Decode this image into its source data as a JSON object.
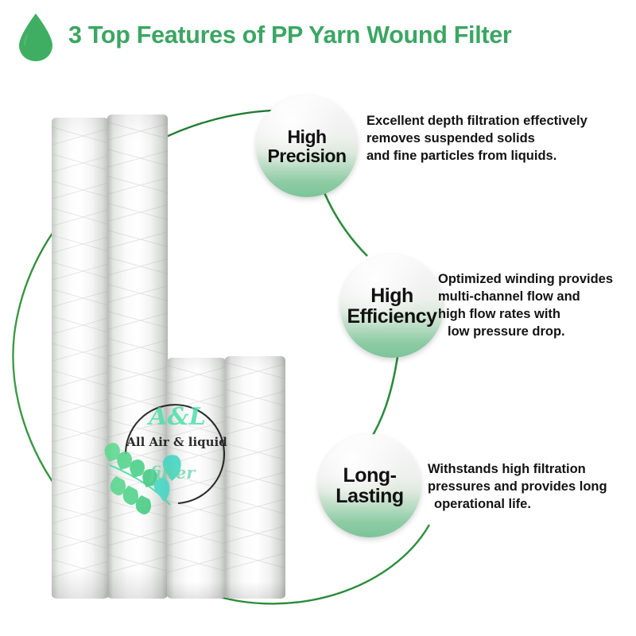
{
  "header": {
    "title": "3 Top Features of PP Yarn Wound Filter",
    "droplet_icon": "water-droplet-icon",
    "title_color": "#3ba663"
  },
  "theme": {
    "accent_green": "#3ba663",
    "arc_green": "#2e8b3f",
    "circle_green_bottom": "#7cc49a",
    "text_dark": "#131313"
  },
  "watermark": {
    "script": "A&L",
    "subtitle": "All Air & liquid",
    "filter_word": "filter",
    "leaf_icon": "leaf-branch-icon"
  },
  "features": [
    {
      "id": "high-precision",
      "label_lines": [
        "High",
        "Precision"
      ],
      "label_line1": "High",
      "label_line2": "Precision",
      "description_lines": [
        "Excellent depth filtration effectively",
        "removes suspended solids",
        "and fine particles from liquids."
      ],
      "desc_line1": "Excellent depth filtration effectively",
      "desc_line2": "removes suspended solids",
      "desc_line3": "and fine particles from liquids."
    },
    {
      "id": "high-efficiency",
      "label_lines": [
        "High",
        "Efficiency"
      ],
      "label_line1": "High",
      "label_line2": "Efficiency",
      "description_lines": [
        "Optimized winding provides",
        "multi-channel flow and",
        "high flow rates with",
        "low pressure drop."
      ],
      "desc_line1": "Optimized winding provides",
      "desc_line2": "multi-channel flow and",
      "desc_line3": "high flow rates with",
      "desc_line4": "low pressure drop."
    },
    {
      "id": "long-lasting",
      "label_lines": [
        "Long-",
        "Lasting"
      ],
      "label_line1": "Long-",
      "label_line2": "Lasting",
      "description_lines": [
        "Withstands high filtration",
        "pressures and provides long",
        "operational life."
      ],
      "desc_line1": "Withstands high filtration",
      "desc_line2": "pressures and provides long",
      "desc_line3": "operational life."
    }
  ],
  "product": {
    "name": "pp-yarn-wound-filter-cartridges",
    "cartridge_count": 4
  }
}
